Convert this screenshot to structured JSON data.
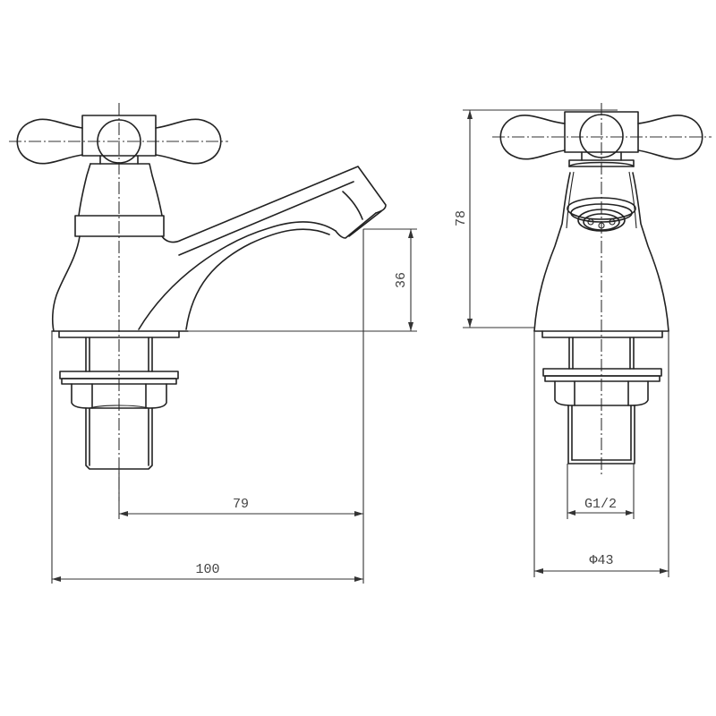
{
  "drawing": {
    "title": "Basin tap technical drawing",
    "views": [
      {
        "name": "side-view",
        "description": "Side elevation with cross-head handle and spout"
      },
      {
        "name": "front-view",
        "description": "Front elevation with aerator"
      }
    ],
    "line_color": "#222222",
    "background": "#ffffff"
  },
  "dimensions": {
    "spout_height": "36",
    "spout_reach": "79",
    "overall_length": "100",
    "overall_height": "78",
    "thread_size": "G1/2",
    "base_diameter": "Φ43"
  }
}
